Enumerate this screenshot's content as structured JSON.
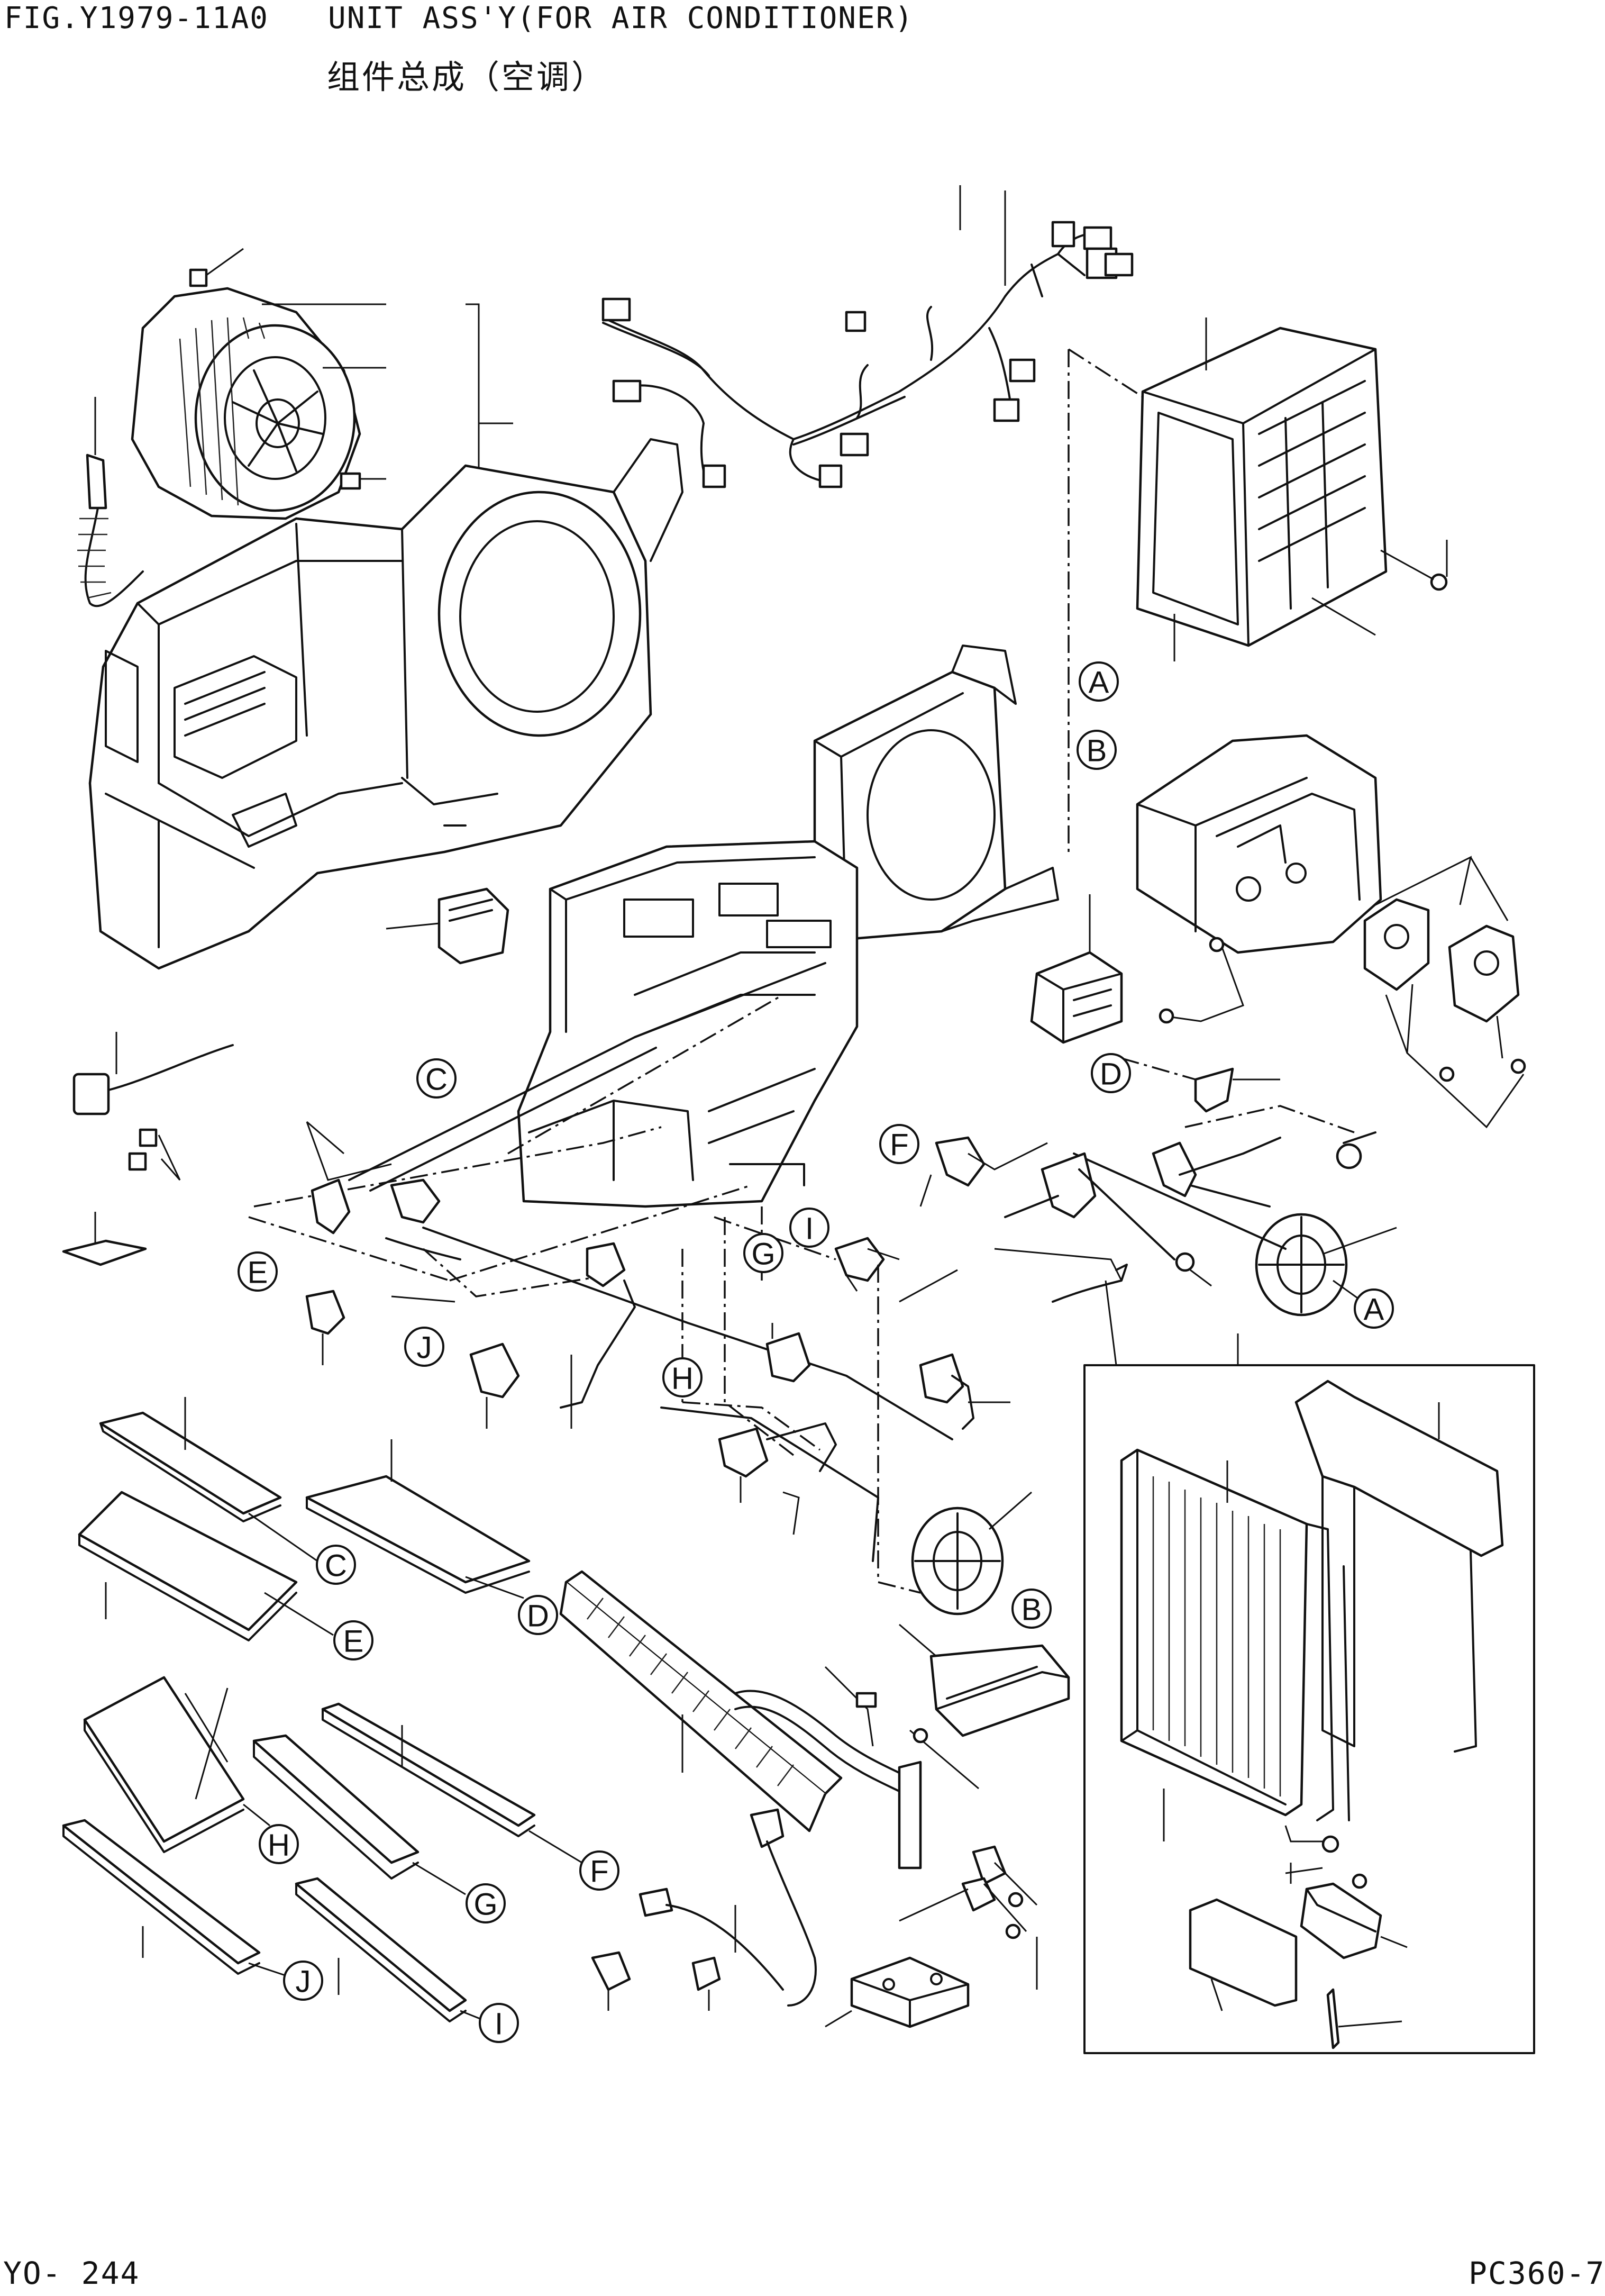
{
  "header": {
    "fig_number": "FIG.Y1979-11A0",
    "title": "UNIT ASS'Y(FOR AIR CONDITIONER)",
    "title_cn": "组件总成（空调）"
  },
  "footer": {
    "page_code": "YO- 244",
    "model_code": "PC360-7"
  },
  "callouts": [
    "A",
    "B",
    "C",
    "D",
    "E",
    "F",
    "G",
    "H",
    "I",
    "J"
  ]
}
